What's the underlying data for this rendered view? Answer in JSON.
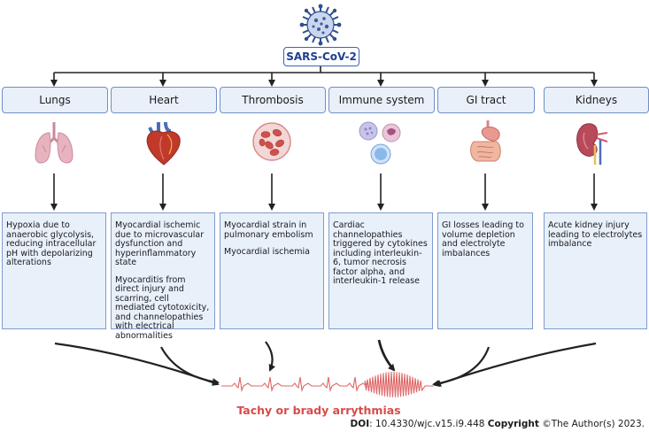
{
  "root": {
    "label": "SARS-CoV-2"
  },
  "categories": [
    {
      "label": "Lungs",
      "paragraphs": [
        "Hypoxia due to anaerobic glycolysis, reducing intracellular pH with depolarizing alterations"
      ]
    },
    {
      "label": "Heart",
      "paragraphs": [
        "Myocardial ischemic due to microvascular dysfunction and hyperinflammatory state",
        "Myocarditis from direct injury and scarring, cell mediated cytotoxicity, and channelopathies with electrical abnormalities"
      ]
    },
    {
      "label": "Thrombosis",
      "paragraphs": [
        "Myocardial strain in pulmonary embolism",
        "Myocardial ischemia"
      ]
    },
    {
      "label": "Immune system",
      "paragraphs": [
        "Cardiac channelopathies triggered by cytokines including interleukin-6, tumor necrosis factor alpha, and interleukin-1 release"
      ]
    },
    {
      "label": "GI tract",
      "paragraphs": [
        "GI losses leading to volume depletion and electrolyte imbalances"
      ]
    },
    {
      "label": "Kidneys",
      "paragraphs": [
        "Acute kidney injury leading to electrolytes imbalance"
      ]
    }
  ],
  "outcome": {
    "label": "Tachy or brady arrythmias"
  },
  "footer": {
    "doi_label": "DOI",
    "doi_value": ": 10.4330/wjc.v15.i9.448 ",
    "copyright_label": "Copyright",
    "copyright_value": " ©The Author(s) 2023."
  },
  "colors": {
    "ecg": "#e06666",
    "arrow": "#222222",
    "box_border": "#6f8fc6",
    "box_fill": "#e9f0fa",
    "virus": "#2f4f8f"
  }
}
